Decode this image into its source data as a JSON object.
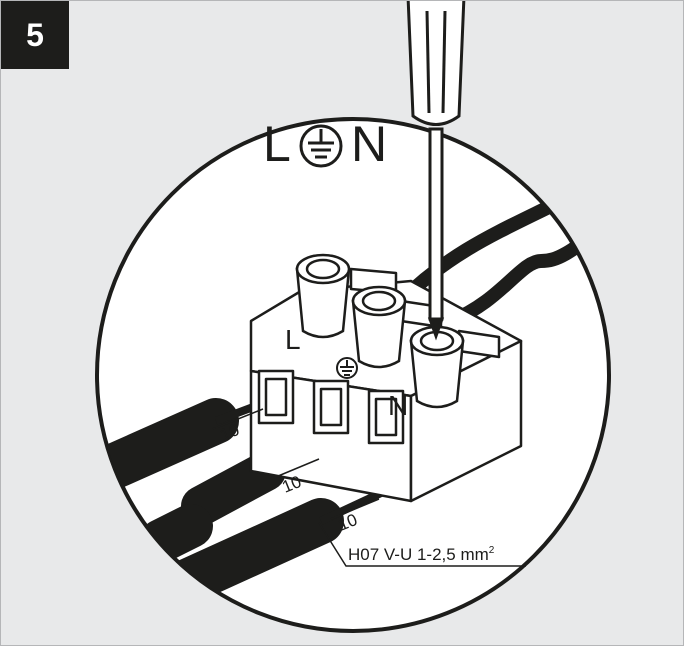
{
  "step": {
    "number": "5"
  },
  "symbols": {
    "left": "L",
    "right": "N"
  },
  "terminals": {
    "live": "L",
    "neutral": "N"
  },
  "strip_lengths": [
    "10",
    "10",
    "10"
  ],
  "cable_spec": {
    "text": "H07 V-U 1-2,5 mm",
    "superscript": "2"
  },
  "colors": {
    "ink": "#1d1d1b",
    "background": "#e8e9ea",
    "circle": "#ffffff"
  },
  "icons": {
    "earth": "ground-icon"
  }
}
